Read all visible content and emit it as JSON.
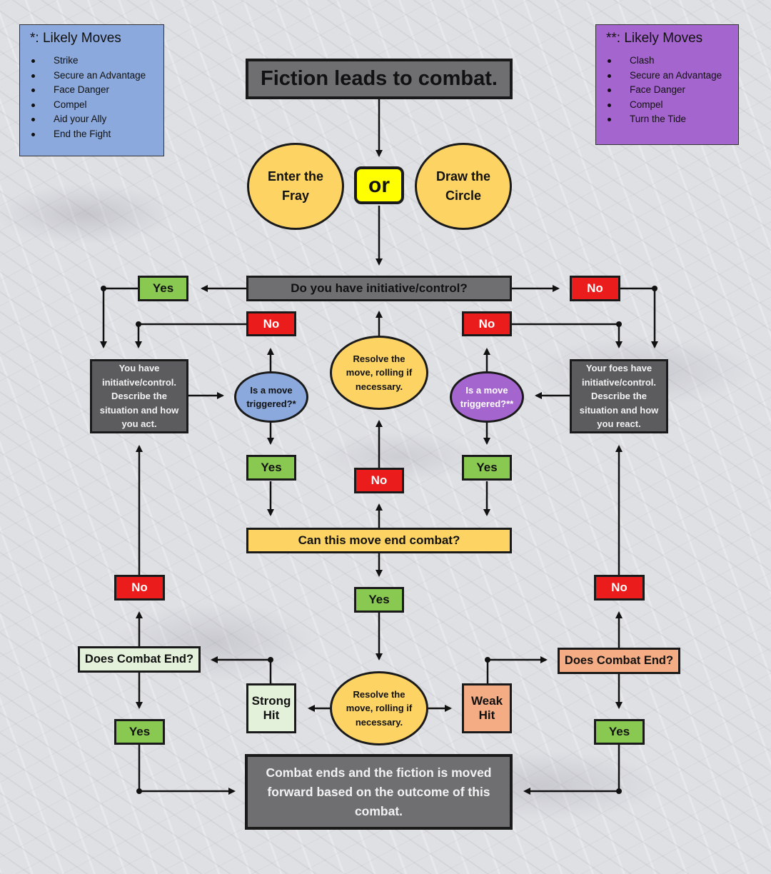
{
  "legend_left": {
    "title": "*: Likely Moves",
    "items": [
      "Strike",
      "Secure an Advantage",
      "Face Danger",
      "Compel",
      "Aid your Ally",
      "End the Fight"
    ],
    "color": "#8ba9dc"
  },
  "legend_right": {
    "title": "**: Likely Moves",
    "items": [
      "Clash",
      "Secure an Advantage",
      "Face Danger",
      "Compel",
      "Turn the Tide"
    ],
    "color": "#a565cf"
  },
  "nodes": {
    "start": "Fiction leads to combat.",
    "enter_fray": "Enter the Fray",
    "or": "or",
    "draw_circle": "Draw the Circle",
    "initiative_question": "Do you have initiative/control?",
    "yes": "Yes",
    "no": "No",
    "you_have_initiative": "You have initiative/control. Describe the situation and how you act.",
    "foes_have_initiative": "Your foes have initiative/control. Describe the situation and how you react.",
    "move_triggered_you": "Is a move triggered?*",
    "move_triggered_foes": "Is a move triggered?**",
    "resolve_move": "Resolve the move, rolling if necessary.",
    "can_end_combat": "Can this move end combat?",
    "does_combat_end": "Does Combat End?",
    "strong_hit": "Strong Hit",
    "weak_hit": "Weak Hit",
    "combat_ends": "Combat ends and the fiction is moved forward based on the outcome of this combat."
  },
  "colors": {
    "gray": "#6b6b6d",
    "green": "#8ac951",
    "red": "#ea1c1c",
    "yellow": "#fdd464",
    "pale_green": "#e3f0da",
    "peach": "#f4ac85",
    "or_yellow": "#ffff00"
  }
}
